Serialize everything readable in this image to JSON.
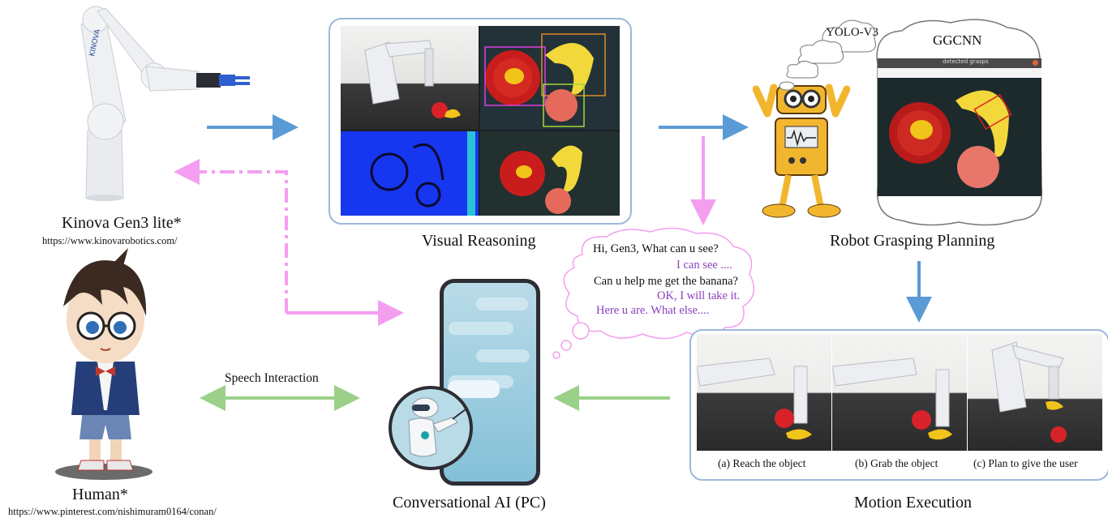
{
  "kinova": {
    "label": "Kinova Gen3 lite*",
    "url": "https://www.kinovarobotics.com/",
    "logo": "KINOVA"
  },
  "human": {
    "label": "Human*",
    "url": "https://www.pinterest.com/nishimuram0164/conan/"
  },
  "visual_reasoning": {
    "label": "Visual Reasoning"
  },
  "grasping": {
    "label": "Robot Grasping Planning",
    "yolo": "YOLO-V3",
    "ggcnn": "GGCNN",
    "window_title": "detected grasps"
  },
  "conversational": {
    "label": "Conversational AI (PC)"
  },
  "speech": {
    "label": "Speech Interaction"
  },
  "dialogue": {
    "line1": "Hi, Gen3, What can u see?",
    "line2": "I can see ....",
    "line3": "Can u help me get the banana?",
    "line4": "OK, I will take it.",
    "line5": "Here u are. What else...."
  },
  "motion": {
    "label": "Motion Execution",
    "captions": [
      "(a) Reach the object",
      "(b) Grab the object",
      "(c) Plan to give the user"
    ]
  },
  "colors": {
    "blue_arrow": "#5b9bd5",
    "pink_arrow": "#f49ef0",
    "green_arrow": "#9bd089",
    "panel_border": "#9db7dc",
    "purple_text": "#8a3fbf"
  }
}
